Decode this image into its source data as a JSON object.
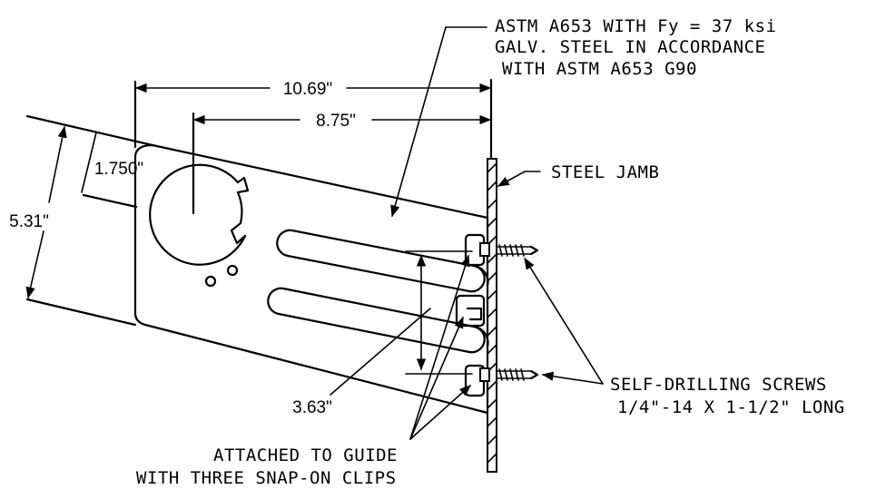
{
  "notes": {
    "material_line1": "ASTM A653 WITH Fy = 37 ksi",
    "material_line2": "GALV. STEEL IN ACCORDANCE",
    "material_line3": "WITH ASTM A653 G90",
    "jamb": "STEEL JAMB",
    "screws_line1": "SELF-DRILLING SCREWS",
    "screws_line2": "1/4\"-14 X 1-1/2\" LONG",
    "clips_line1": "ATTACHED TO GUIDE",
    "clips_line2": "WITH THREE SNAP-ON CLIPS"
  },
  "dimensions": {
    "overall_length": "10.69\"",
    "hole_offset": "8.75\"",
    "hole_center": "1.750\"",
    "height": "5.31\"",
    "clip_spacing": "3.63\""
  }
}
